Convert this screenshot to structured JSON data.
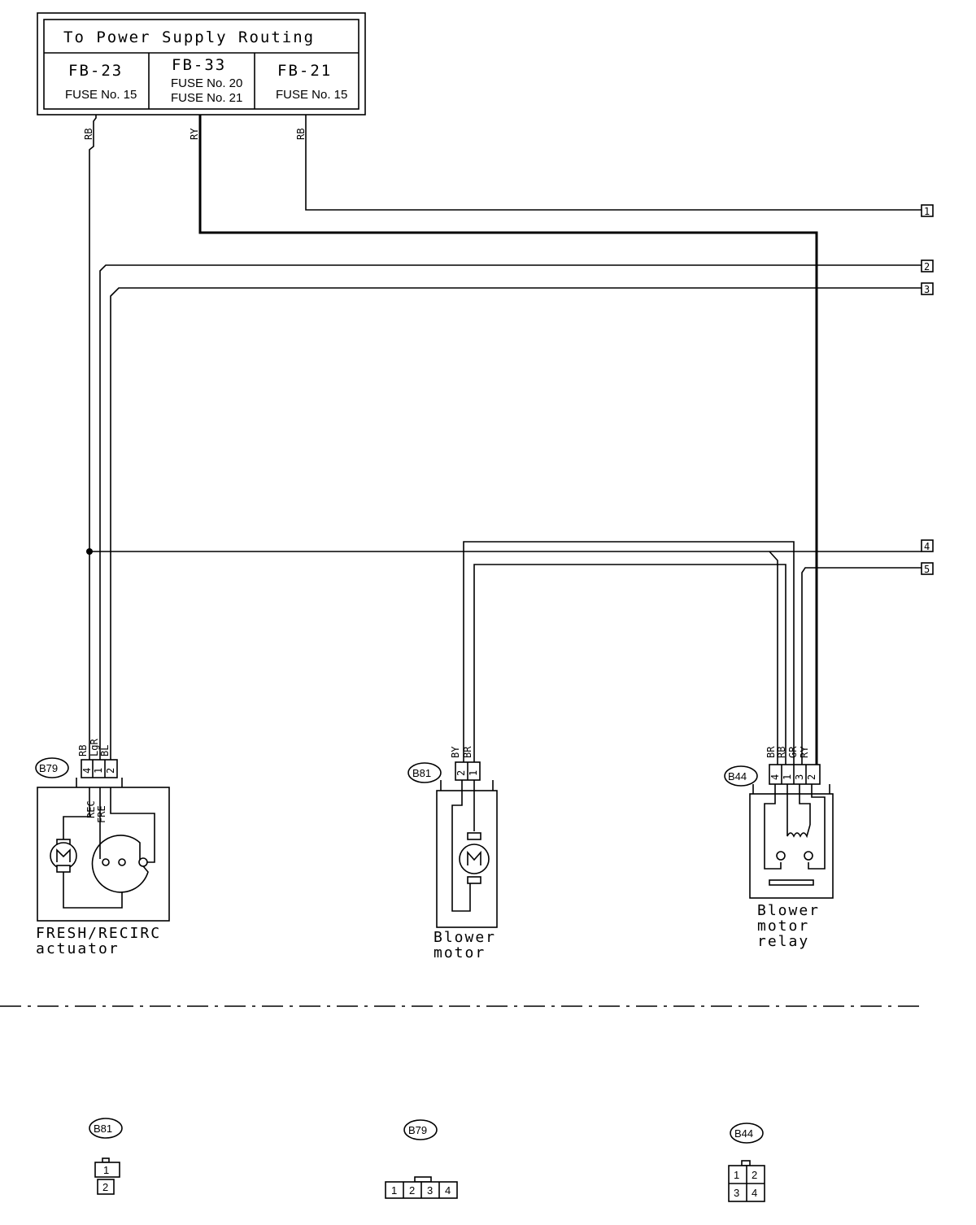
{
  "power_box": {
    "title": "To Power Supply Routing",
    "fuses": [
      {
        "id": "FB-23",
        "lines": [
          "FUSE No. 15"
        ]
      },
      {
        "id": "FB-33",
        "lines": [
          "FUSE No. 20",
          "FUSE No. 21"
        ]
      },
      {
        "id": "FB-21",
        "lines": [
          "FUSE No. 15"
        ]
      }
    ]
  },
  "top_wire_colors": [
    "RB",
    "RY",
    "RB"
  ],
  "terminals": [
    "1",
    "2",
    "3",
    "4",
    "5"
  ],
  "components": {
    "actuator": {
      "connector": "B79",
      "name_lines": [
        "FRESH/RECIRC",
        "actuator"
      ],
      "wire_colors": [
        "RB",
        "LgR",
        "BL"
      ],
      "pins": [
        "4",
        "1",
        "2"
      ],
      "internal_labels": [
        "REC",
        "FRE"
      ]
    },
    "blower_motor": {
      "connector": "B81",
      "name_lines": [
        "Blower",
        "motor"
      ],
      "wire_colors": [
        "BY",
        "BR"
      ],
      "pins": [
        "2",
        "1"
      ]
    },
    "relay": {
      "connector": "B44",
      "name_lines": [
        "Blower",
        "motor",
        "relay"
      ],
      "wire_colors": [
        "BR",
        "RB",
        "GR",
        "RY"
      ],
      "pins": [
        "4",
        "1",
        "3",
        "2"
      ]
    }
  },
  "connector_views": [
    {
      "id": "B81",
      "rows": [
        [
          "1"
        ],
        [
          "2"
        ]
      ]
    },
    {
      "id": "B79",
      "rows": [
        [
          "1",
          "2",
          "3",
          "4"
        ]
      ]
    },
    {
      "id": "B44",
      "rows": [
        [
          "1",
          "2"
        ],
        [
          "3",
          "4"
        ]
      ]
    }
  ]
}
